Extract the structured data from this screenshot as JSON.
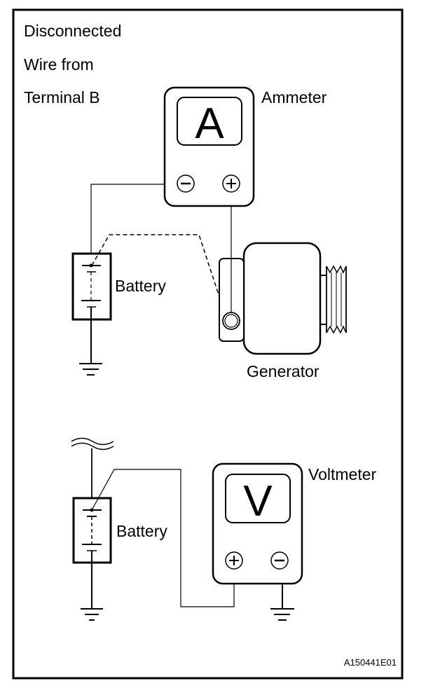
{
  "figure_id": "A150441E01",
  "colors": {
    "line": "#000000",
    "background": "#ffffff"
  },
  "top_circuit": {
    "note_lines": [
      "Disconnected",
      "Wire from",
      "Terminal B"
    ],
    "ammeter": {
      "label": "Ammeter",
      "display_letter": "A",
      "terminals": [
        "negative",
        "positive"
      ]
    },
    "battery": {
      "label": "Battery"
    },
    "generator": {
      "label": "Generator"
    },
    "disconnected_wire_style": "dashed"
  },
  "bottom_circuit": {
    "voltmeter": {
      "label": "Voltmeter",
      "display_letter": "V",
      "terminals": [
        "positive",
        "negative"
      ]
    },
    "battery": {
      "label": "Battery"
    }
  }
}
